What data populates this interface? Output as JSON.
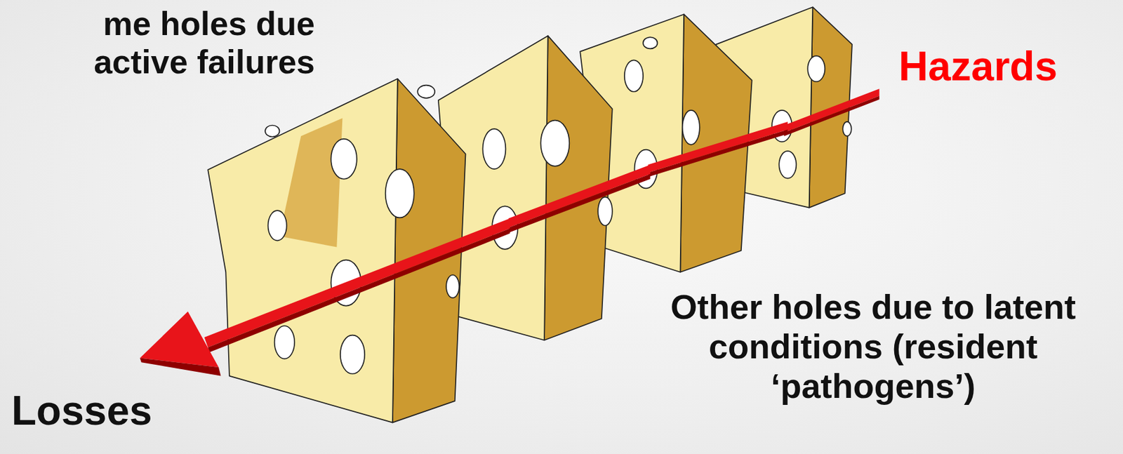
{
  "diagram": {
    "labels": [
      "me holes due active failures",
      "Hazards",
      "Losses",
      "Other holes due to latent conditions (resident ‘pathogens’)"
    ]
  }
}
